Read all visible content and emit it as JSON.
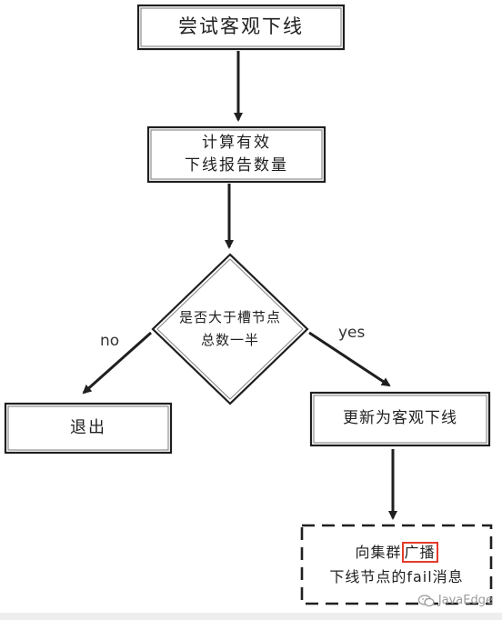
{
  "nodes": {
    "start": "尝试客观下线",
    "count_line1": "计算有效",
    "count_line2": "下线报告数量",
    "decision_line1": "是否大于槽节点",
    "decision_line2": "总数一半",
    "exit": "退出",
    "update": "更新为客观下线",
    "broadcast_pre": "向集群",
    "broadcast_highlight": "广播",
    "broadcast_line2": "下线节点的fail消息"
  },
  "edges": {
    "no": "no",
    "yes": "yes"
  },
  "watermark": {
    "icon": "wechat-icon",
    "text": "JavaEdge"
  },
  "colors": {
    "stroke": "#1f1f1f",
    "highlight": "#e53b2c",
    "watermark": "#9a9a9a"
  }
}
